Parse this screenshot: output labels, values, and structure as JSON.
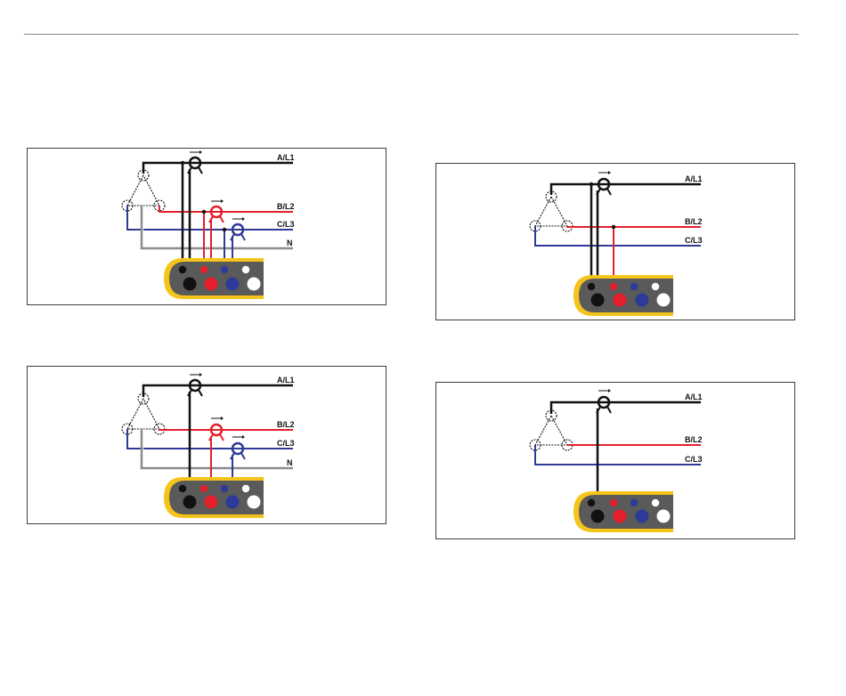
{
  "labels": {
    "phase_a": "A/L1",
    "phase_b": "B/L2",
    "phase_c": "C/L3",
    "neutral": "N"
  },
  "colors": {
    "phase_a": "#111111",
    "phase_b": "#e4202c",
    "phase_c": "#2e3a97",
    "neutral": "#8c8c8c",
    "logger_rim": "#f5c41a",
    "logger_body": "#5a5a5a"
  },
  "diagrams": [
    {
      "name": "wye-3-clamps",
      "phases": [
        "A/L1",
        "B/L2",
        "C/L3",
        "N"
      ]
    },
    {
      "name": "wye-balanced-1-clamp",
      "phases": [
        "A/L1",
        "B/L2",
        "C/L3"
      ]
    },
    {
      "name": "wye-2-clamps-no-voltage",
      "phases": [
        "A/L1",
        "B/L2",
        "C/L3",
        "N"
      ]
    },
    {
      "name": "wye-1-clamp-no-voltage",
      "phases": [
        "A/L1",
        "B/L2",
        "C/L3"
      ]
    }
  ]
}
